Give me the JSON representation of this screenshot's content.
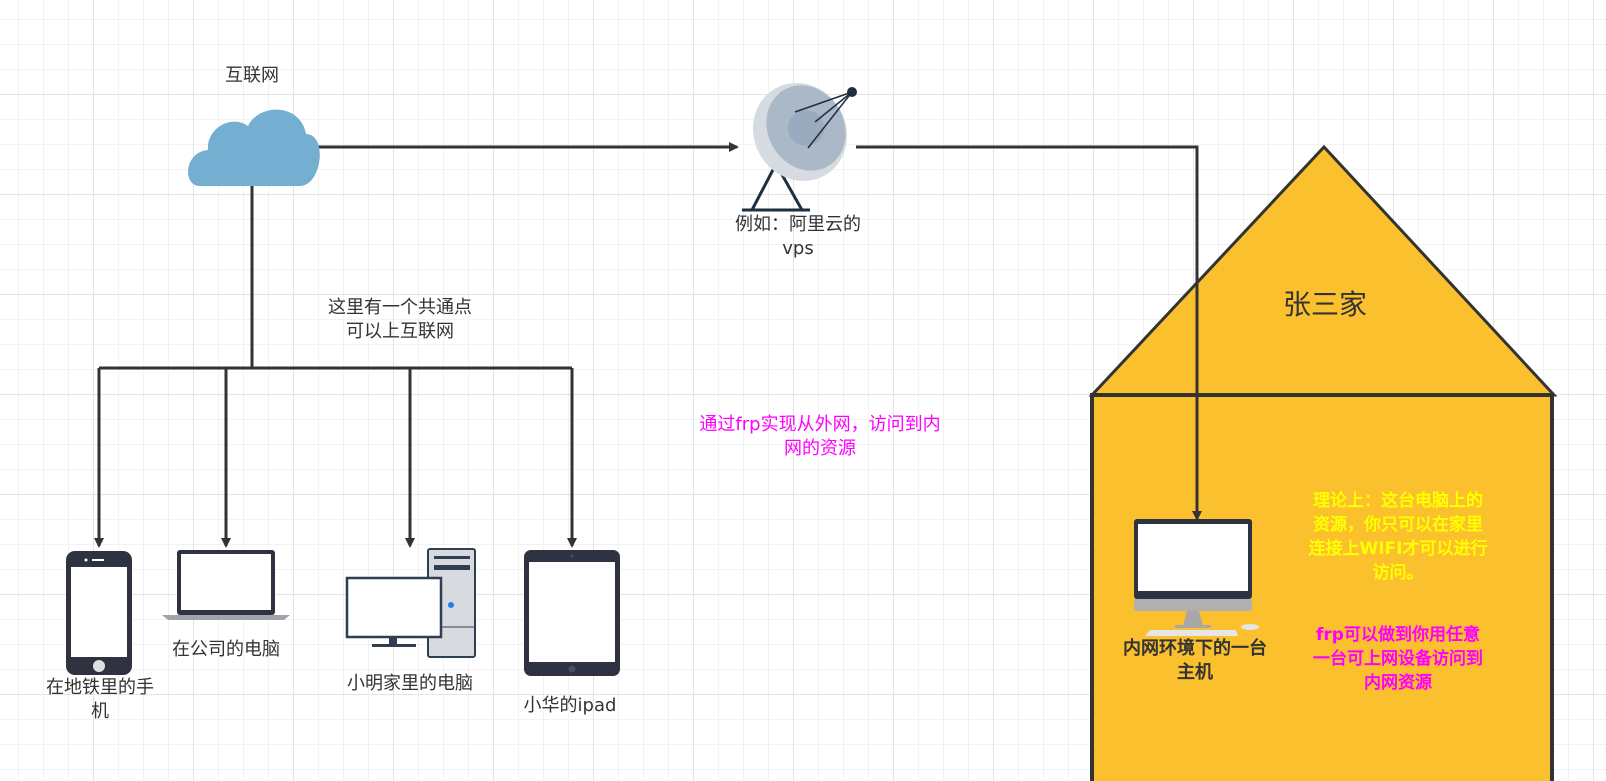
{
  "nodes": {
    "internet": {
      "label": "互联网",
      "icon": "cloud-icon"
    },
    "vps": {
      "label_line1": "例如：阿里云的",
      "label_line2": "vps",
      "icon": "satellite-dish-icon"
    },
    "junction_note": {
      "line1": "这里有一个共通点",
      "line2": "可以上互联网"
    },
    "phone": {
      "label_line1": "在地铁里的手",
      "label_line2": "机",
      "icon": "smartphone-icon"
    },
    "office_laptop": {
      "label": "在公司的电脑",
      "icon": "laptop-icon"
    },
    "home_pc": {
      "label": "小明家里的电脑",
      "icon": "desktop-pc-icon"
    },
    "ipad": {
      "label": "小华的ipad",
      "icon": "tablet-icon"
    },
    "frp_note": {
      "line1": "通过frp实现从外网，访问到内",
      "line2": "网的资源"
    },
    "house": {
      "label": "张三家"
    },
    "lan_host": {
      "label_line1": "内网环境下的一台",
      "label_line2": "主机",
      "icon": "imac-icon"
    },
    "theory_note": {
      "line1": "理论上：这台电脑上的",
      "line2": "资源，你只可以在家里",
      "line3": "连接上WIFI才可以进行",
      "line4": "访问。"
    },
    "frp_ability_note": {
      "line1": "frp可以做到你用任意",
      "line2": "一台可上网设备访问到",
      "line3": "内网资源"
    }
  },
  "colors": {
    "edge": "#333333",
    "cloud": "#74aed0",
    "house_fill": "#fbc02d",
    "magenta_text": "#ff00ff",
    "yellow_text": "#ffff00",
    "device_dark": "#2f3240"
  }
}
